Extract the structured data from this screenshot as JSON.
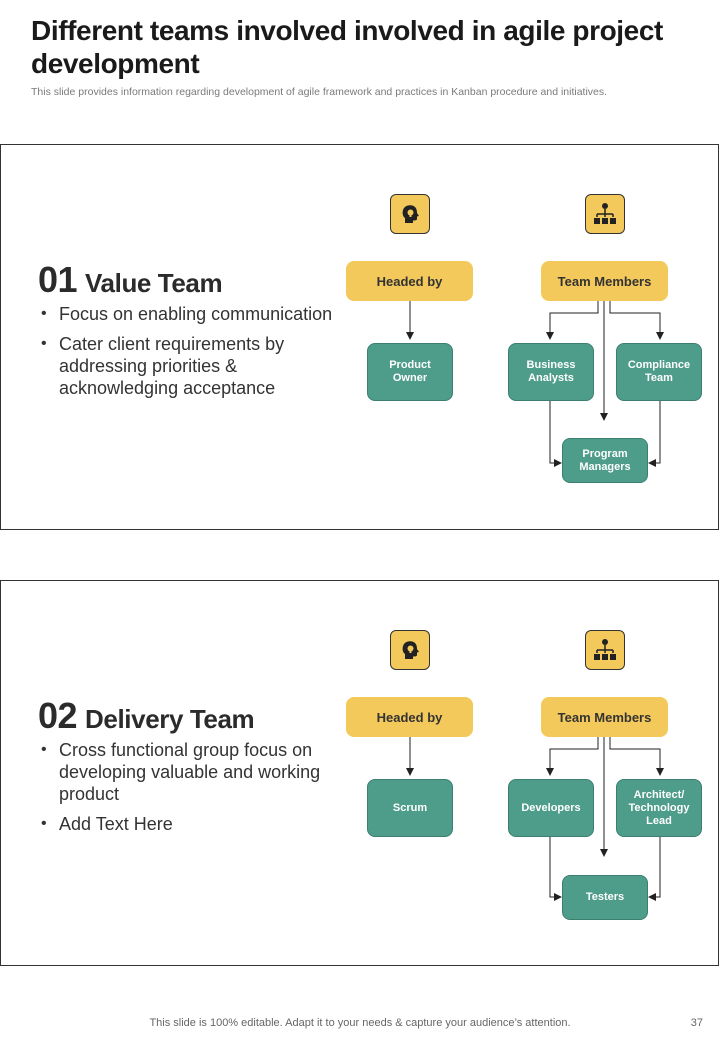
{
  "header": {
    "title": "Different teams involved involved in agile project development",
    "subtitle": "This slide provides information regarding development of agile framework and practices in Kanban procedure and initiatives."
  },
  "panels": [
    {
      "number": "01",
      "name": "Value Team",
      "bullets": [
        "Focus on enabling communication",
        "Cater client requirements by addressing priorities & acknowledging acceptance"
      ],
      "headed_by_label": "Headed by",
      "team_members_label": "Team Members",
      "head_node": "Product Owner",
      "member_left": "Business Analysts",
      "member_right": "Compliance Team",
      "member_bottom": "Program Managers",
      "icon_left": "head-lightbulb-icon",
      "icon_right": "org-hierarchy-icon"
    },
    {
      "number": "02",
      "name": "Delivery Team",
      "bullets": [
        "Cross functional group focus on developing valuable and working product",
        "Add Text Here"
      ],
      "headed_by_label": "Headed by",
      "team_members_label": "Team Members",
      "head_node": "Scrum",
      "member_left": "Developers",
      "member_right": "Architect/ Technology Lead",
      "member_bottom": "Testers",
      "icon_left": "head-lightbulb-icon",
      "icon_right": "org-hierarchy-icon"
    }
  ],
  "footer": {
    "text": "This slide is 100% editable. Adapt it to your needs & capture your audience’s attention.",
    "page_number": "37"
  },
  "colors": {
    "accent_yellow": "#f3c95b",
    "node_teal": "#4e9c8a",
    "text_dark": "#2b2b2b"
  }
}
